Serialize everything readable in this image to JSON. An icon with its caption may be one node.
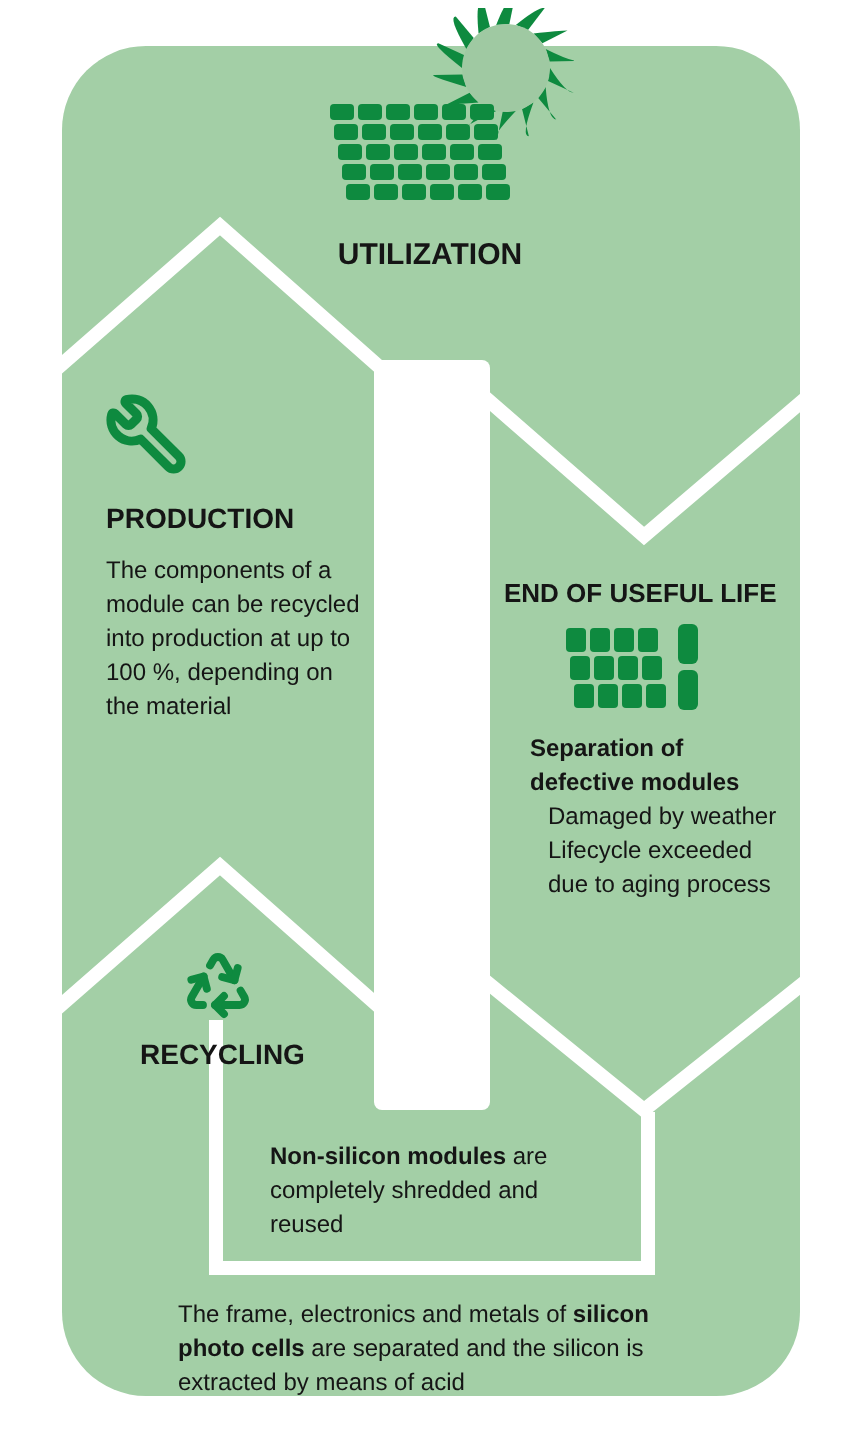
{
  "diagram": {
    "nodes": [
      {
        "text": [
          "UTILIZATION"
        ]
      },
      {
        "text": [
          "PRODUCTION",
          "The components of a module can be recycled into production at up to 100 %, depending on the material"
        ]
      },
      {
        "text": [
          "END OF USEFUL LIFE",
          "Separation of defective modules",
          "Damaged by weather",
          "Lifecycle exceeded due to aging process"
        ]
      },
      {
        "text": [
          "RECYCLING"
        ]
      },
      {
        "text": [
          "**Non-silicon modules** are completely shredded and reused"
        ]
      },
      {
        "text": [
          "The frame, electronics and metals of **silicon photo cells** are separated and the silicon is extracted by means of acid"
        ]
      }
    ]
  }
}
